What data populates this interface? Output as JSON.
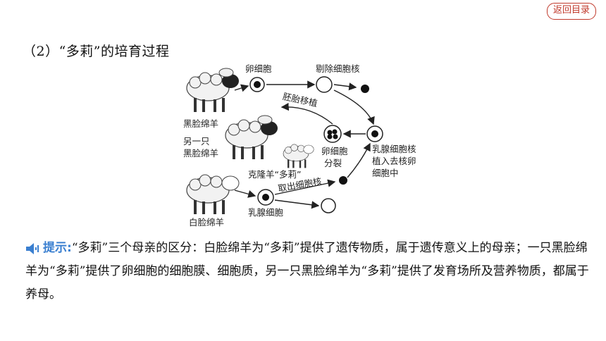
{
  "nav": {
    "return_label": "返回目录"
  },
  "section": {
    "title": "（2）“多莉”的培育过程"
  },
  "diagram": {
    "black_face_sheep": "黑脸绵羊",
    "egg_cell": "卵细胞",
    "remove_nucleus": "剔除细胞核",
    "embryo_transfer": "胚胎移植",
    "another_black_face_sheep_1": "另一只",
    "another_black_face_sheep_2": "黑脸绵羊",
    "egg_division_1": "卵细胞",
    "egg_division_2": "分裂",
    "nucleus_implant_1": "乳腺细胞核",
    "nucleus_implant_2": "植入去核卵",
    "nucleus_implant_3": "细胞中",
    "clone_sheep": "克隆羊“多莉”",
    "extract_nucleus": "取出细胞核",
    "white_face_sheep": "白脸绵羊",
    "mammary_cell": "乳腺细胞"
  },
  "tip": {
    "label": "提示:",
    "text": "“多莉”三个母亲的区分：白脸绵羊为“多莉”提供了遗传物质，属于遗传意义上的母亲；一只黑脸绵羊为“多莉”提供了卵细胞的细胞膜、细胞质，另一只黑脸绵羊为“多莉”提供了发育场所及营养物质，都属于养母。"
  }
}
